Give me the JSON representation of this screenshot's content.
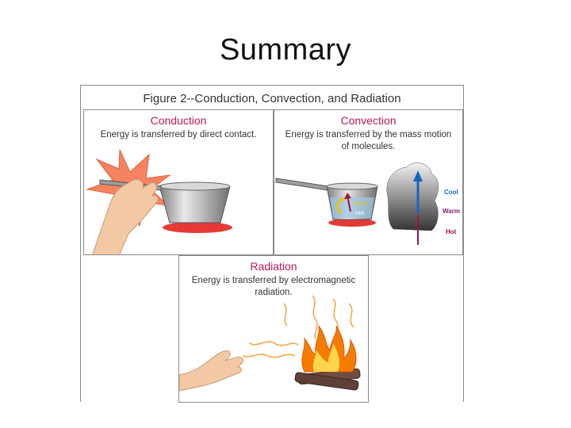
{
  "slide": {
    "title": "Summary"
  },
  "figure": {
    "title": "Figure 2--Conduction, Convection, and Radiation",
    "panels": {
      "conduction": {
        "heading": "Conduction",
        "text": "Energy is transferred by direct contact."
      },
      "convection": {
        "heading": "Convection",
        "text_line1": "Energy is transferred by the mass motion",
        "text_line2": "of molecules.",
        "pot_labels": {
          "warm": "Warm",
          "hot": "Hot"
        },
        "scale_labels": {
          "cool": "Cool",
          "warm": "Warm",
          "hot": "Hot"
        }
      },
      "radiation": {
        "heading": "Radiation",
        "text_line1": "Energy is transferred by electromagnetic",
        "text_line2": "radiation."
      }
    }
  },
  "colors": {
    "heading": "#c2185b",
    "hot_red": "#e53935",
    "burst": "#f4845f",
    "arrow_blue": "#1565c0",
    "arrow_red": "#a4123f",
    "skin": "#f3c9a5",
    "flame_orange": "#f57c00",
    "wave_orange": "#f4a340"
  }
}
